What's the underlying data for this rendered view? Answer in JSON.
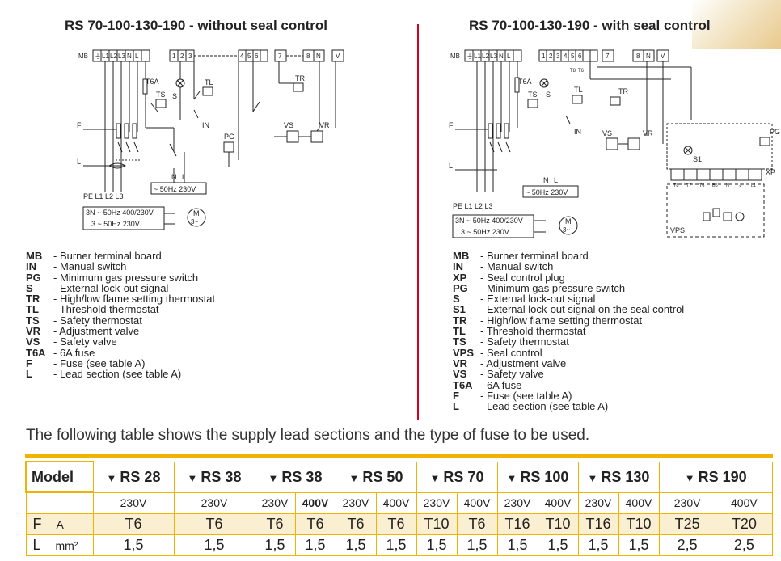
{
  "left": {
    "title": "RS 70-100-130-190 - without seal control",
    "terminals": [
      "MB",
      "⏚",
      "L1",
      "L2",
      "L3",
      "N",
      "L",
      "1",
      "2",
      "3",
      "4",
      "5",
      "6",
      "7",
      "8",
      "N",
      "V"
    ],
    "components": {
      "fuse": "T6A",
      "ts": "TS",
      "s": "S",
      "tl": "TL",
      "in": "IN",
      "pg": "PG",
      "tr": "TR",
      "vs": "VS",
      "vr": "VR",
      "f": "F",
      "l": "L",
      "n": "N",
      "l2": "L"
    },
    "supply_mains": "~ 50Hz  230V",
    "phases": "PE L1 L2 L3",
    "supply_1": "3N ~ 50Hz  400/230V",
    "supply_2": "3 ~ 50Hz  230V",
    "motor": "M",
    "motor_sub": "3~"
  },
  "right": {
    "title": "RS 70-100-130-190 - with seal control",
    "components": {
      "s1": "S1",
      "xp": "XP",
      "vps": "VPS",
      "t8": "T8",
      "t6": "T6"
    },
    "xp_pins": [
      "T8",
      "T7",
      "T6",
      "B5",
      "N",
      "⏚",
      "L1"
    ]
  },
  "legend_left": [
    {
      "code": "MB",
      "text": "- Burner terminal board"
    },
    {
      "code": "IN",
      "text": "- Manual switch"
    },
    {
      "code": "PG",
      "text": "- Minimum gas pressure switch"
    },
    {
      "code": "S",
      "text": "- External lock-out signal"
    },
    {
      "code": "TR",
      "text": "- High/low flame setting thermostat"
    },
    {
      "code": "TL",
      "text": "- Threshold thermostat"
    },
    {
      "code": "TS",
      "text": "- Safety thermostat"
    },
    {
      "code": "VR",
      "text": "- Adjustment valve"
    },
    {
      "code": "VS",
      "text": "- Safety valve"
    },
    {
      "code": "T6A",
      "text": "- 6A fuse"
    },
    {
      "code": "F",
      "text": "- Fuse (see table A)"
    },
    {
      "code": "L",
      "text": "- Lead section (see table A)"
    }
  ],
  "legend_right": [
    {
      "code": "MB",
      "text": "- Burner terminal board"
    },
    {
      "code": "IN",
      "text": "- Manual switch"
    },
    {
      "code": "XP",
      "text": "- Seal control plug"
    },
    {
      "code": "PG",
      "text": "- Minimum gas pressure switch"
    },
    {
      "code": "S",
      "text": "- External lock-out signal"
    },
    {
      "code": "S1",
      "text": "- External lock-out signal on the seal control"
    },
    {
      "code": "TR",
      "text": "- High/low flame setting thermostat"
    },
    {
      "code": "TL",
      "text": "- Threshold thermostat"
    },
    {
      "code": "TS",
      "text": "- Safety thermostat"
    },
    {
      "code": "VPS",
      "text": "- Seal control"
    },
    {
      "code": "VR",
      "text": "- Adjustment valve"
    },
    {
      "code": "VS",
      "text": "- Safety valve"
    },
    {
      "code": "T6A",
      "text": "- 6A fuse"
    },
    {
      "code": "F",
      "text": "- Fuse (see table A)"
    },
    {
      "code": "L",
      "text": "- Lead section (see table A)"
    }
  ],
  "note": "The following table shows the supply lead sections and the type of fuse to be used.",
  "table": {
    "model_label": "Model",
    "models": [
      "RS 28",
      "RS 38",
      "RS 38",
      "RS 50",
      "RS 70",
      "RS 100",
      "RS 130",
      "RS 190"
    ],
    "voltages": [
      "230V",
      "230V",
      "230V",
      "400V",
      "230V",
      "400V",
      "230V",
      "400V",
      "230V",
      "400V",
      "230V",
      "400V",
      "230V",
      "400V"
    ],
    "f_label": "F",
    "f_unit": "A",
    "f_values": [
      "T6",
      "T6",
      "T6",
      "T6",
      "T6",
      "T6",
      "T10",
      "T6",
      "T16",
      "T10",
      "T16",
      "T10",
      "T25",
      "T20"
    ],
    "l_label": "L",
    "l_unit": "mm²",
    "l_values": [
      "1,5",
      "1,5",
      "1,5",
      "1,5",
      "1,5",
      "1,5",
      "1,5",
      "1,5",
      "1,5",
      "1,5",
      "1,5",
      "1,5",
      "2,5",
      "2,5"
    ]
  },
  "colors": {
    "accent": "#f0b400",
    "divider": "#d6001c",
    "row_highlight": "#fbefd2"
  }
}
